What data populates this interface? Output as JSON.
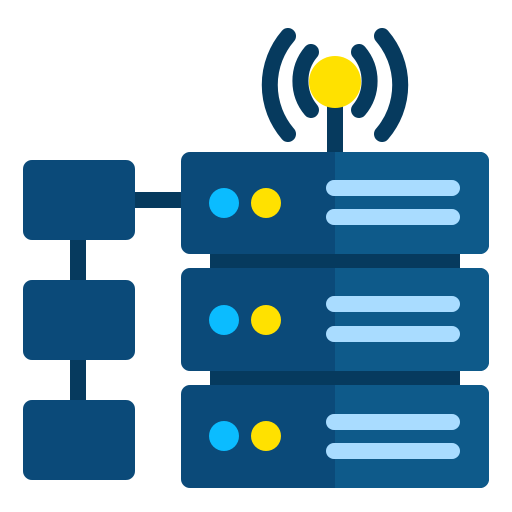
{
  "icon": {
    "name": "server-network-icon",
    "parts": {
      "antenna": "antenna-icon",
      "signal": "wifi-signal-icon",
      "server_rack": "server-rack-icon",
      "network_nodes": "network-node-icon"
    }
  },
  "colors": {
    "background": "#ffffff",
    "dark_navy": "#063a5e",
    "server_left": "#0b4a79",
    "server_right": "#0e5a8a",
    "led_cyan": "#0bbcff",
    "led_yellow": "#ffe100",
    "slot_light_blue": "#a9dcff"
  },
  "servers": [
    {
      "name": "server-unit-top"
    },
    {
      "name": "server-unit-middle"
    },
    {
      "name": "server-unit-bottom"
    }
  ],
  "nodes": [
    {
      "name": "network-node-top"
    },
    {
      "name": "network-node-middle"
    },
    {
      "name": "network-node-bottom"
    }
  ]
}
